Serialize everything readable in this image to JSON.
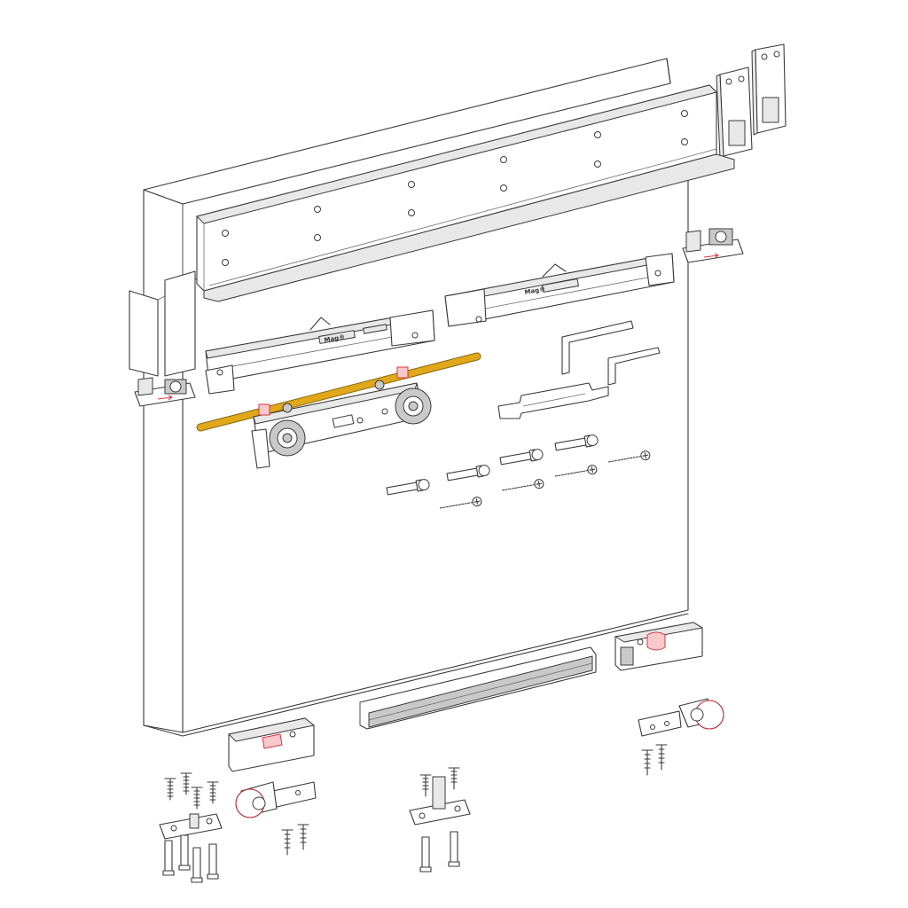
{
  "diagram": {
    "parts": {
      "left_carriage_brand": "Mag®",
      "right_carriage_brand": "Mag®"
    },
    "colors": {
      "line": "#3a3a3a",
      "accent_red": "#d9363e",
      "rod_yellow": "#e0a81a",
      "panel": "#ffffff",
      "metal": "#e8e8e8"
    },
    "icons": [
      "door-panel",
      "top-track",
      "soft-close-damper",
      "roller-carriage",
      "connecting-rod",
      "allen-key",
      "spanner",
      "wall-plug",
      "screw",
      "end-stop",
      "floor-guide",
      "brush-strip",
      "wall-bracket"
    ]
  }
}
